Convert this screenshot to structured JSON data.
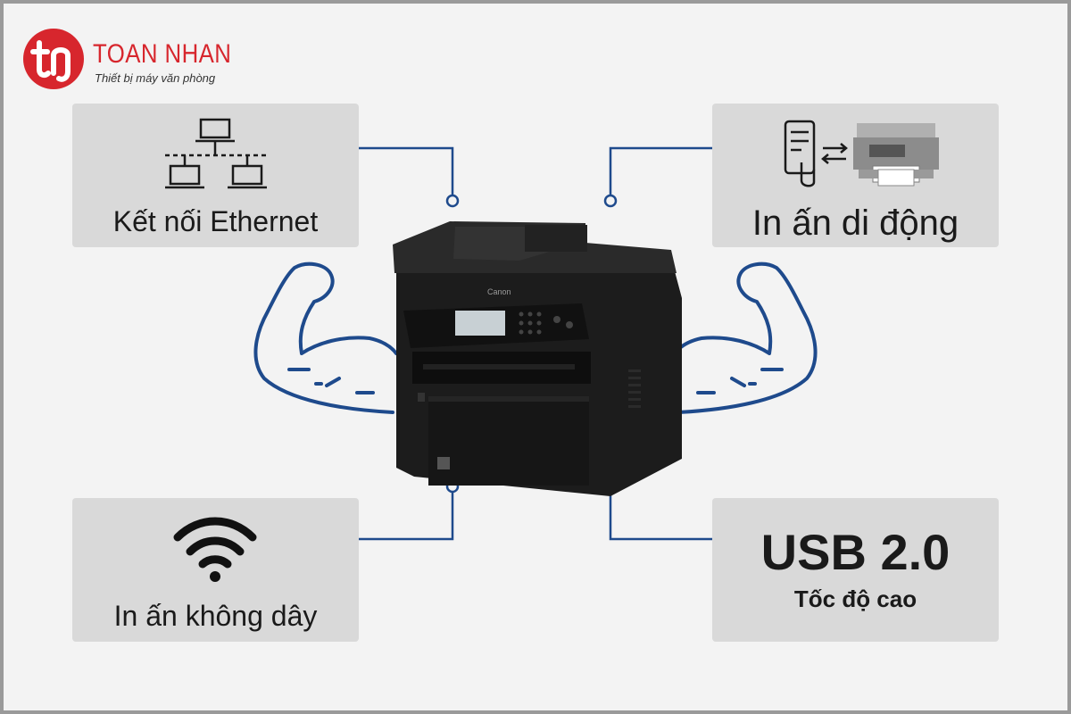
{
  "brand": {
    "name": "TOAN NHAN",
    "tagline": "Thiết bị máy văn phòng",
    "color": "#d7262d"
  },
  "features": {
    "ethernet": {
      "label": "Kết nối Ethernet",
      "icon": "network-laptops-icon"
    },
    "mobile": {
      "label": "In ấn di động",
      "icon": "phone-to-printer-icon"
    },
    "wifi": {
      "label": "In ấn không dây",
      "icon": "wifi-icon"
    },
    "usb": {
      "title": "USB 2.0",
      "subtitle": "Tốc độ cao"
    }
  },
  "printer": {
    "brand_mark": "Canon"
  },
  "colors": {
    "accent_line": "#1e4a8c",
    "card_bg": "#d9d9d9",
    "printer": "#1c1c1c"
  }
}
